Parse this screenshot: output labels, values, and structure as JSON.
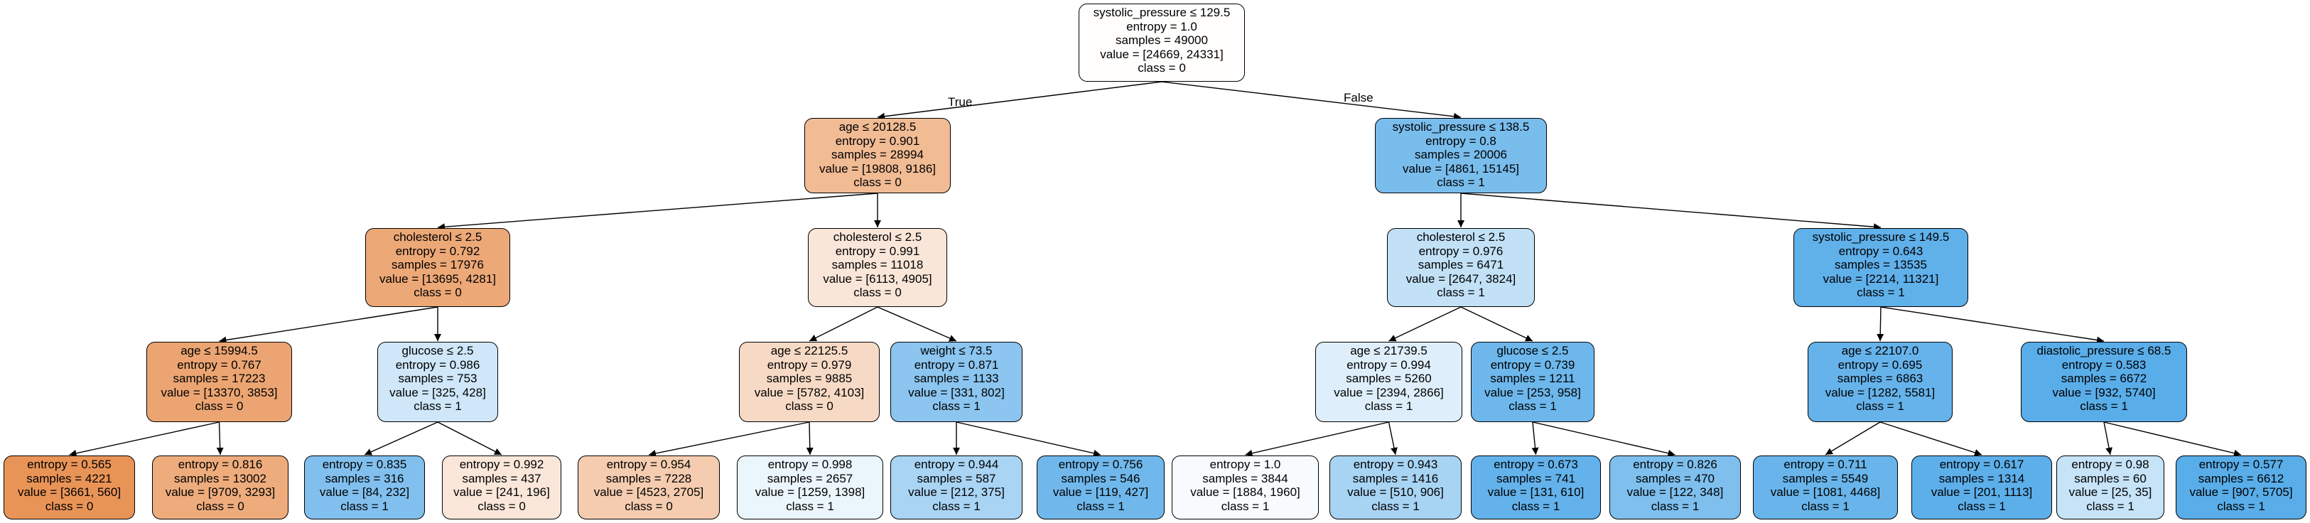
{
  "nodes": [
    {
      "id": "n0",
      "lines": [
        "systolic_pressure ≤ 129.5",
        "entropy = 1.0",
        "samples = 49000",
        "value = [24669, 24331]",
        "class = 0"
      ],
      "fill": "#fffefd"
    },
    {
      "id": "n1",
      "lines": [
        "age ≤ 20128.5",
        "entropy = 0.901",
        "samples = 28994",
        "value = [19808, 9186]",
        "class = 0"
      ],
      "fill": "#f1bb94"
    },
    {
      "id": "n2",
      "lines": [
        "systolic_pressure ≤ 138.5",
        "entropy = 0.8",
        "samples = 20006",
        "value = [4861, 15145]",
        "class = 1"
      ],
      "fill": "#79bded"
    },
    {
      "id": "n3",
      "lines": [
        "cholesterol ≤ 2.5",
        "entropy = 0.792",
        "samples = 17976",
        "value = [13695, 4281]",
        "class = 0"
      ],
      "fill": "#eda877"
    },
    {
      "id": "n4",
      "lines": [
        "cholesterol ≤ 2.5",
        "entropy = 0.991",
        "samples = 11018",
        "value = [6113, 4905]",
        "class = 0"
      ],
      "fill": "#fae6d8"
    },
    {
      "id": "n5",
      "lines": [
        "cholesterol ≤ 2.5",
        "entropy = 0.976",
        "samples = 6471",
        "value = [2647, 3824]",
        "class = 1"
      ],
      "fill": "#c2e1f7"
    },
    {
      "id": "n6",
      "lines": [
        "systolic_pressure ≤ 149.5",
        "entropy = 0.643",
        "samples = 13535",
        "value = [2214, 11321]",
        "class = 1"
      ],
      "fill": "#60b0ea"
    },
    {
      "id": "n7",
      "lines": [
        "age ≤ 15994.5",
        "entropy = 0.767",
        "samples = 17223",
        "value = [13370, 3853]",
        "class = 0"
      ],
      "fill": "#eca572"
    },
    {
      "id": "n8",
      "lines": [
        "glucose ≤ 2.5",
        "entropy = 0.986",
        "samples = 753",
        "value = [325, 428]",
        "class = 1"
      ],
      "fill": "#cfe7f9"
    },
    {
      "id": "n9",
      "lines": [
        "age ≤ 22125.5",
        "entropy = 0.979",
        "samples = 9885",
        "value = [5782, 4103]",
        "class = 0"
      ],
      "fill": "#f7dac5"
    },
    {
      "id": "n10",
      "lines": [
        "weight ≤ 73.5",
        "entropy = 0.871",
        "samples = 1133",
        "value = [331, 802]",
        "class = 1"
      ],
      "fill": "#8bc5f0"
    },
    {
      "id": "n11",
      "lines": [
        "age ≤ 21739.5",
        "entropy = 0.994",
        "samples = 5260",
        "value = [2394, 2866]",
        "class = 1"
      ],
      "fill": "#deeffb"
    },
    {
      "id": "n12",
      "lines": [
        "glucose ≤ 2.5",
        "entropy = 0.739",
        "samples = 1211",
        "value = [253, 958]",
        "class = 1"
      ],
      "fill": "#6db7ec"
    },
    {
      "id": "n13",
      "lines": [
        "age ≤ 22107.0",
        "entropy = 0.695",
        "samples = 6863",
        "value = [1282, 5581]",
        "class = 1"
      ],
      "fill": "#66b3eb"
    },
    {
      "id": "n14",
      "lines": [
        "diastolic_pressure ≤ 68.5",
        "entropy = 0.583",
        "samples = 6672",
        "value = [932, 5740]",
        "class = 1"
      ],
      "fill": "#59ade9"
    },
    {
      "id": "n15",
      "lines": [
        "entropy = 0.565",
        "samples = 4221",
        "value = [3661, 560]",
        "class = 0"
      ],
      "fill": "#e99457"
    },
    {
      "id": "n16",
      "lines": [
        "entropy = 0.816",
        "samples = 13002",
        "value = [9709, 3293]",
        "class = 0"
      ],
      "fill": "#eeac7c"
    },
    {
      "id": "n17",
      "lines": [
        "entropy = 0.835",
        "samples = 316",
        "value = [84, 232]",
        "class = 1"
      ],
      "fill": "#81c0ee"
    },
    {
      "id": "n18",
      "lines": [
        "entropy = 0.992",
        "samples = 437",
        "value = [241, 196]",
        "class = 0"
      ],
      "fill": "#fae7da"
    },
    {
      "id": "n19",
      "lines": [
        "entropy = 0.954",
        "samples = 7228",
        "value = [4523, 2705]",
        "class = 0"
      ],
      "fill": "#f5ccaf"
    },
    {
      "id": "n20",
      "lines": [
        "entropy = 0.998",
        "samples = 2657",
        "value = [1259, 1398]",
        "class = 1"
      ],
      "fill": "#ebf5fc"
    },
    {
      "id": "n21",
      "lines": [
        "entropy = 0.944",
        "samples = 587",
        "value = [212, 375]",
        "class = 1"
      ],
      "fill": "#a9d4f4"
    },
    {
      "id": "n22",
      "lines": [
        "entropy = 0.756",
        "samples = 546",
        "value = [119, 427]",
        "class = 1"
      ],
      "fill": "#70b8ec"
    },
    {
      "id": "n23",
      "lines": [
        "entropy = 1.0",
        "samples = 3844",
        "value = [1884, 1960]",
        "class = 1"
      ],
      "fill": "#f7fbfe"
    },
    {
      "id": "n24",
      "lines": [
        "entropy = 0.943",
        "samples = 1416",
        "value = [510, 906]",
        "class = 1"
      ],
      "fill": "#a8d4f4"
    },
    {
      "id": "n25",
      "lines": [
        "entropy = 0.673",
        "samples = 741",
        "value = [131, 610]",
        "class = 1"
      ],
      "fill": "#63b2eb"
    },
    {
      "id": "n26",
      "lines": [
        "entropy = 0.826",
        "samples = 470",
        "value = [122, 348]",
        "class = 1"
      ],
      "fill": "#7ebfee"
    },
    {
      "id": "n27",
      "lines": [
        "entropy = 0.711",
        "samples = 5549",
        "value = [1081, 4468]",
        "class = 1"
      ],
      "fill": "#69b5eb"
    },
    {
      "id": "n28",
      "lines": [
        "entropy = 0.617",
        "samples = 1314",
        "value = [201, 1113]",
        "class = 1"
      ],
      "fill": "#5dafea"
    },
    {
      "id": "n29",
      "lines": [
        "entropy = 0.98",
        "samples = 60",
        "value = [25, 35]",
        "class = 1"
      ],
      "fill": "#c6e3f8"
    },
    {
      "id": "n30",
      "lines": [
        "entropy = 0.577",
        "samples = 6612",
        "value = [907, 5705]",
        "class = 1"
      ],
      "fill": "#59ade9"
    }
  ],
  "edges": [
    [
      "n0",
      "n1"
    ],
    [
      "n0",
      "n2"
    ],
    [
      "n1",
      "n3"
    ],
    [
      "n1",
      "n4"
    ],
    [
      "n2",
      "n5"
    ],
    [
      "n2",
      "n6"
    ],
    [
      "n3",
      "n7"
    ],
    [
      "n3",
      "n8"
    ],
    [
      "n4",
      "n9"
    ],
    [
      "n4",
      "n10"
    ],
    [
      "n5",
      "n11"
    ],
    [
      "n5",
      "n12"
    ],
    [
      "n6",
      "n13"
    ],
    [
      "n6",
      "n14"
    ],
    [
      "n7",
      "n15"
    ],
    [
      "n7",
      "n16"
    ],
    [
      "n8",
      "n17"
    ],
    [
      "n8",
      "n18"
    ],
    [
      "n9",
      "n19"
    ],
    [
      "n9",
      "n20"
    ],
    [
      "n10",
      "n21"
    ],
    [
      "n10",
      "n22"
    ],
    [
      "n11",
      "n23"
    ],
    [
      "n11",
      "n24"
    ],
    [
      "n12",
      "n25"
    ],
    [
      "n12",
      "n26"
    ],
    [
      "n13",
      "n27"
    ],
    [
      "n13",
      "n28"
    ],
    [
      "n14",
      "n29"
    ],
    [
      "n14",
      "n30"
    ]
  ],
  "edge_labels": {
    "true_label": "True",
    "false_label": "False"
  }
}
